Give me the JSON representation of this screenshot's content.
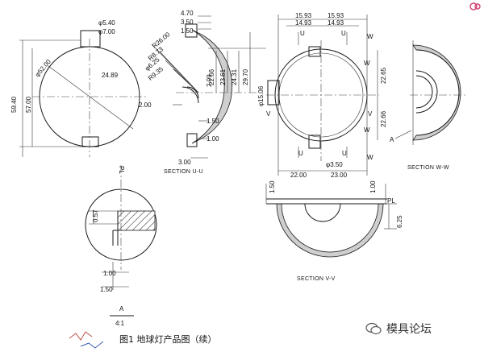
{
  "caption": "图1 地球灯产品图（续）",
  "watermark": "模具论坛",
  "views": {
    "front": {
      "dims": [
        "φ5.40",
        "φ7.00",
        "φ52.00",
        "24.89",
        "59.40",
        "57.00"
      ]
    },
    "section_uu": {
      "label": "SECTION U-U",
      "dims": [
        "4.70",
        "3.50",
        "1.50",
        "R26.00",
        "R8.73",
        "φ6.25",
        "R9.35",
        "2.00",
        "1.50",
        "1.00",
        "3.00",
        "22.66",
        "23.61",
        "24.31",
        "29.70",
        "2.09"
      ]
    },
    "top": {
      "dims": [
        "15.93",
        "15.93",
        "14.93",
        "14.93",
        "φ15.06",
        "φ3.50",
        "22.00",
        "23.00",
        "22.65",
        "22.66"
      ],
      "markers": [
        "U",
        "U",
        "W",
        "W",
        "V",
        "V",
        "U",
        "U",
        "W",
        "W"
      ]
    },
    "section_ww": {
      "label": "SECTION W-W",
      "marker": "A"
    },
    "section_vv": {
      "label": "SECTION V-V",
      "dims": [
        "1.50",
        "1.00",
        "6.25"
      ],
      "marker": "PL"
    },
    "detail_a": {
      "label": "A",
      "scale": "4:1",
      "marker": "PL",
      "dims": [
        "0.57",
        "1.00",
        "1.50"
      ]
    }
  }
}
